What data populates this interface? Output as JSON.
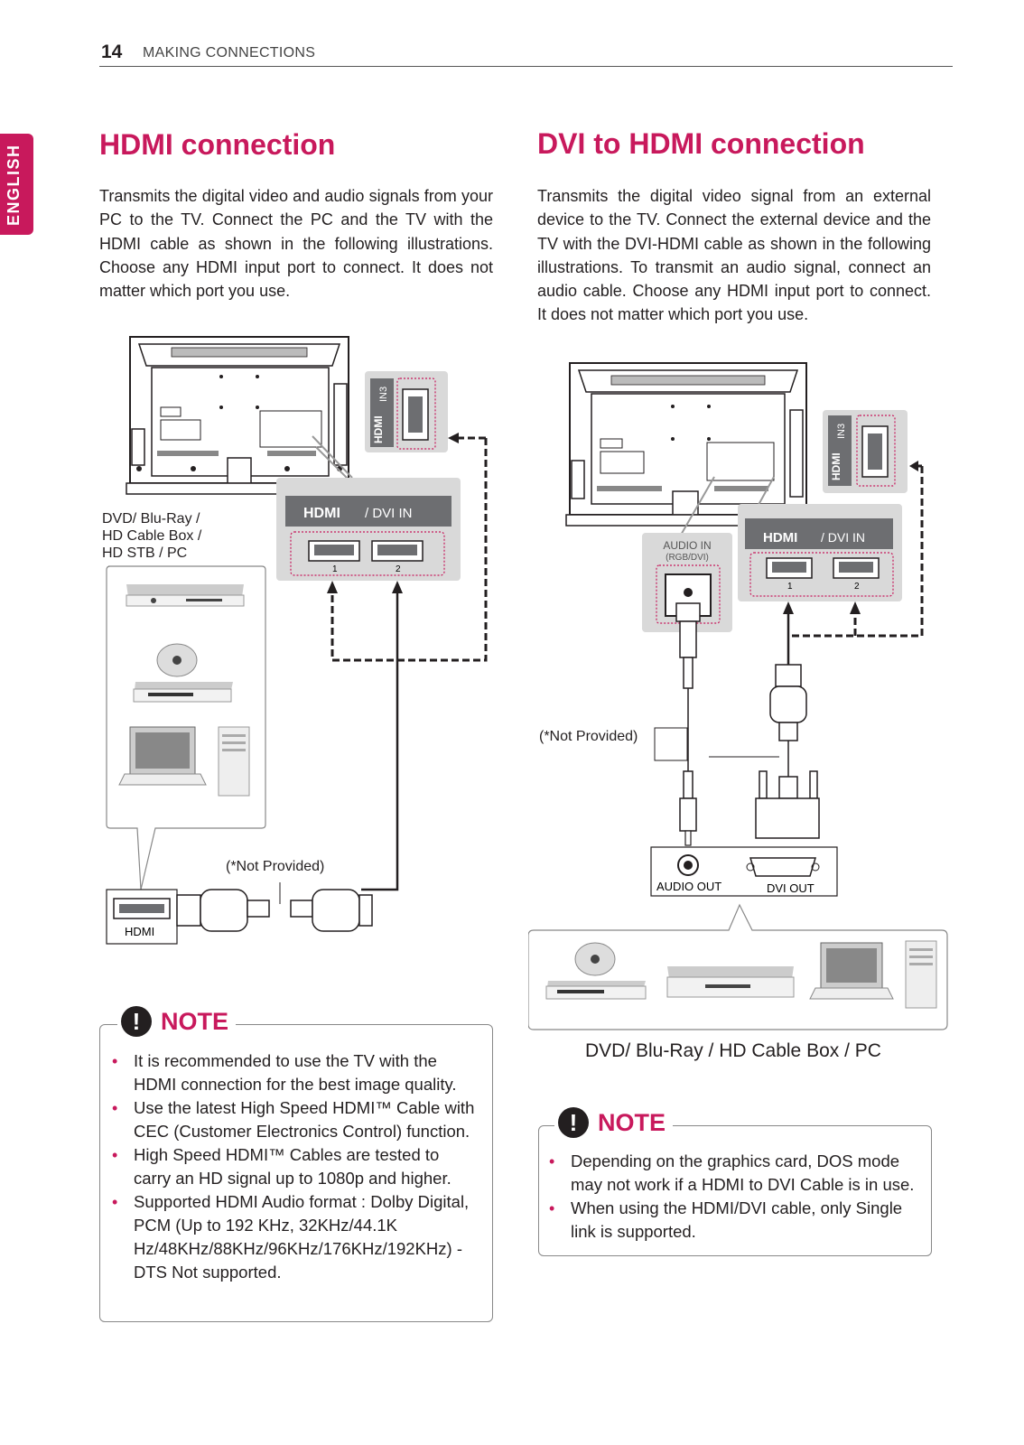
{
  "header": {
    "page_number": "14",
    "section": "MAKING CONNECTIONS"
  },
  "side_tab": "ENGLISH",
  "left": {
    "title": "HDMI connection",
    "body": "Transmits the digital video and audio signals from your PC to the TV. Connect the PC and the TV with the HDMI cable as shown in the following illustrations. Choose any HDMI input port to connect. It does not matter which port you use.",
    "device_label": "DVD/ Blu-Ray /\nHD Cable Box /\nHD STB / PC",
    "not_provided": "(*Not Provided)",
    "hdmi_label": "HDMI",
    "hdmi_panel_label": "/ DVI IN",
    "hdmi_in3": "IN3",
    "hdmi_logo": "HDMI",
    "port1": "1",
    "port2": "2",
    "note_title": "NOTE",
    "notes": [
      "It is recommended to use the TV with the HDMI connection for the best image quality.",
      "Use the latest High Speed HDMI™ Cable with CEC (Customer Electronics Control) function.",
      "High Speed HDMI™ Cables are tested to carry an HD signal up to 1080p and higher.",
      "Supported HDMI Audio format : Dolby Digital, PCM (Up to 192 KHz, 32KHz/44.1K Hz/48KHz/88KHz/96KHz/176KHz/192KHz) - DTS Not supported."
    ]
  },
  "right": {
    "title": "DVI to HDMI connection",
    "body": "Transmits the digital video signal from an external device to the TV. Connect the external device and the TV with the DVI-HDMI cable as shown in the following illustrations. To transmit an audio signal, connect an audio cable. Choose any HDMI input port to connect. It does not matter which port you use.",
    "audio_in": "AUDIO IN",
    "audio_in_sub": "(RGB/DVI)",
    "hdmi_panel_label": "/ DVI IN",
    "hdmi_in3": "IN3",
    "hdmi_logo": "HDMI",
    "port1": "1",
    "port2": "2",
    "not_provided": "(*Not Provided)",
    "audio_out": "AUDIO OUT",
    "dvi_out": "DVI OUT",
    "caption": "DVD/ Blu-Ray / HD Cable Box / PC",
    "note_title": "NOTE",
    "notes": [
      "Depending on the graphics card, DOS mode may not work if a HDMI to DVI Cable is in use.",
      "When using the HDMI/DVI cable, only Single link is supported."
    ]
  },
  "colors": {
    "accent": "#c8195c",
    "panel": "#d9d9d9",
    "dark_panel": "#6d6e71"
  }
}
